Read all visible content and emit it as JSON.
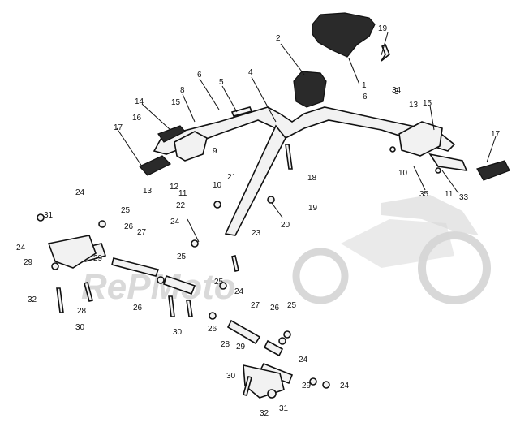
{
  "labels": [
    {
      "id": "1",
      "text": "1"
    },
    {
      "id": "2",
      "text": "2"
    },
    {
      "id": "3",
      "text": "3"
    },
    {
      "id": "4",
      "text": "4"
    },
    {
      "id": "5",
      "text": "5"
    },
    {
      "id": "6a",
      "text": "6"
    },
    {
      "id": "6b",
      "text": "6"
    },
    {
      "id": "8",
      "text": "8"
    },
    {
      "id": "9",
      "text": "9"
    },
    {
      "id": "10a",
      "text": "10"
    },
    {
      "id": "10b",
      "text": "10"
    },
    {
      "id": "11a",
      "text": "11"
    },
    {
      "id": "11b",
      "text": "11"
    },
    {
      "id": "12",
      "text": "12"
    },
    {
      "id": "13a",
      "text": "13"
    },
    {
      "id": "13b",
      "text": "13"
    },
    {
      "id": "14",
      "text": "14"
    },
    {
      "id": "15a",
      "text": "15"
    },
    {
      "id": "15b",
      "text": "15"
    },
    {
      "id": "16",
      "text": "16"
    },
    {
      "id": "17a",
      "text": "17"
    },
    {
      "id": "17b",
      "text": "17"
    },
    {
      "id": "18",
      "text": "18"
    },
    {
      "id": "19a",
      "text": "19"
    },
    {
      "id": "19b",
      "text": "19"
    },
    {
      "id": "20",
      "text": "20"
    },
    {
      "id": "21",
      "text": "21"
    },
    {
      "id": "22",
      "text": "22"
    },
    {
      "id": "23",
      "text": "23"
    },
    {
      "id": "24a",
      "text": "24"
    },
    {
      "id": "24b",
      "text": "24"
    },
    {
      "id": "24c",
      "text": "24"
    },
    {
      "id": "24d",
      "text": "24"
    },
    {
      "id": "24e",
      "text": "24"
    },
    {
      "id": "24f",
      "text": "24"
    },
    {
      "id": "25a",
      "text": "25"
    },
    {
      "id": "25b",
      "text": "25"
    },
    {
      "id": "25c",
      "text": "25"
    },
    {
      "id": "25d",
      "text": "25"
    },
    {
      "id": "26a",
      "text": "26"
    },
    {
      "id": "26b",
      "text": "26"
    },
    {
      "id": "26c",
      "text": "26"
    },
    {
      "id": "26d",
      "text": "26"
    },
    {
      "id": "27a",
      "text": "27"
    },
    {
      "id": "27b",
      "text": "27"
    },
    {
      "id": "28a",
      "text": "28"
    },
    {
      "id": "28b",
      "text": "28"
    },
    {
      "id": "29a",
      "text": "29"
    },
    {
      "id": "29b",
      "text": "29"
    },
    {
      "id": "29c",
      "text": "29"
    },
    {
      "id": "29d",
      "text": "29"
    },
    {
      "id": "30a",
      "text": "30"
    },
    {
      "id": "30b",
      "text": "30"
    },
    {
      "id": "30c",
      "text": "30"
    },
    {
      "id": "31a",
      "text": "31"
    },
    {
      "id": "31b",
      "text": "31"
    },
    {
      "id": "32a",
      "text": "32"
    },
    {
      "id": "32b",
      "text": "32"
    },
    {
      "id": "33",
      "text": "33"
    },
    {
      "id": "34",
      "text": "34"
    },
    {
      "id": "35",
      "text": "35"
    }
  ],
  "watermark": "RePMoto",
  "colors": {
    "ink": "#111111",
    "watermark": "#d9d9d9"
  }
}
